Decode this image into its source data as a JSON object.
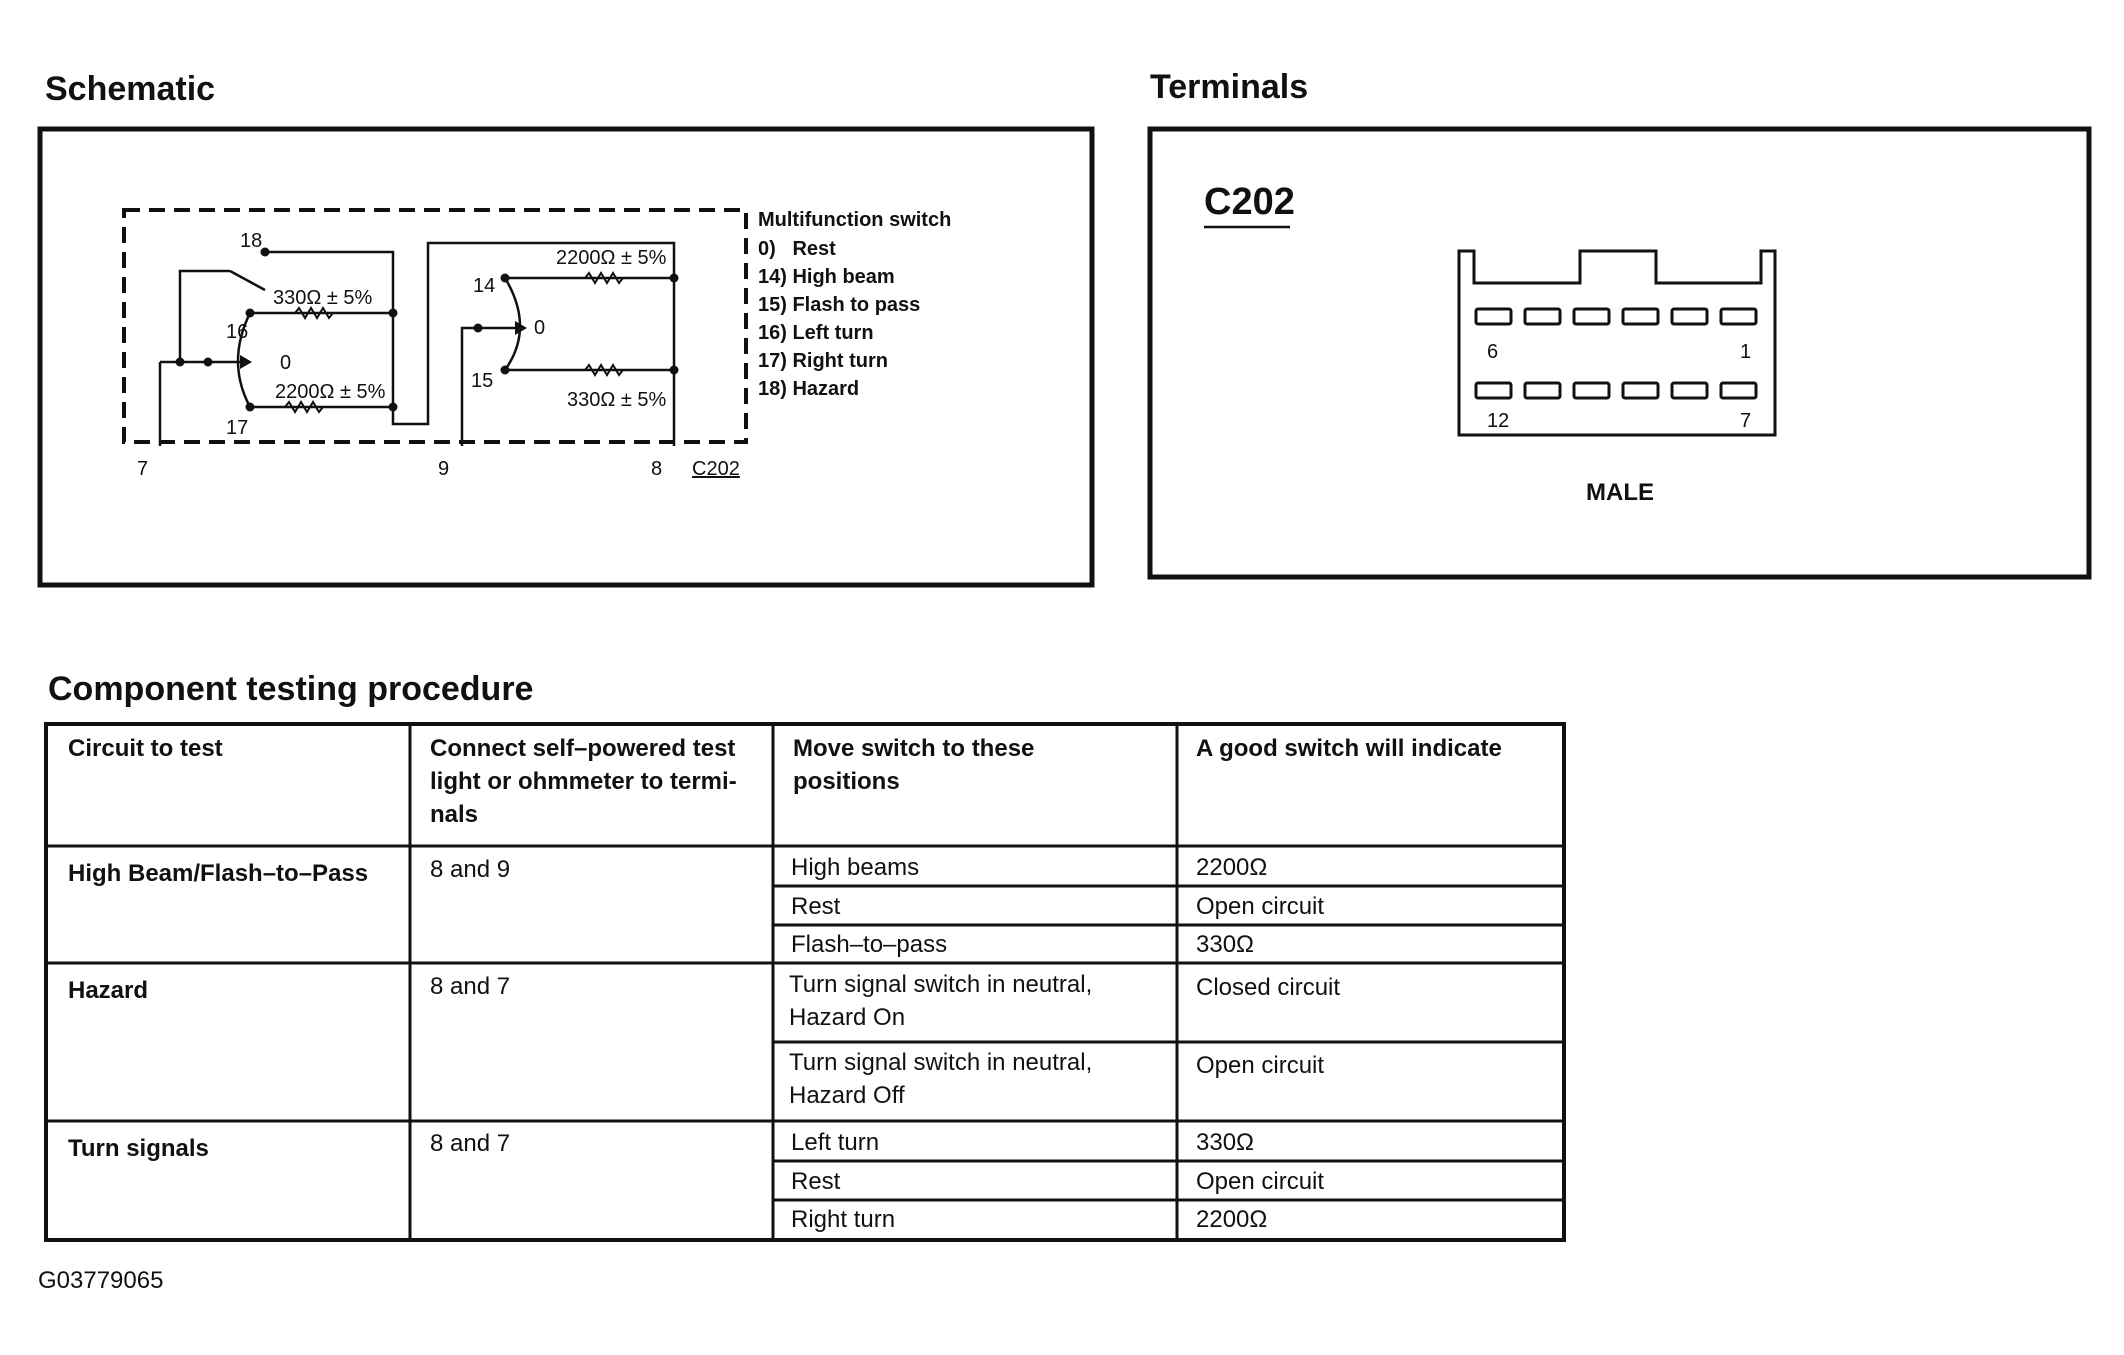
{
  "schematic": {
    "heading": "Schematic",
    "legend": {
      "title": "Multifunction switch",
      "items": [
        "0)   Rest",
        "14) High beam",
        "15) Flash to pass",
        "16) Left turn",
        "17) Right turn",
        "18) Hazard"
      ]
    },
    "labels": {
      "pin_18": "18",
      "pin_16": "16",
      "pin_17": "17",
      "pin_14": "14",
      "pin_15": "15",
      "pos_0_left": "0",
      "pos_0_right": "0",
      "res_330_left": "330Ω ± 5%",
      "res_2200_left": "2200Ω ± 5%",
      "res_2200_right": "2200Ω ± 5%",
      "res_330_right": "330Ω ± 5%",
      "term_7": "7",
      "term_9": "9",
      "term_8": "8",
      "connector": "C202"
    }
  },
  "terminals": {
    "heading": "Terminals",
    "connector": "C202",
    "pin_6": "6",
    "pin_1": "1",
    "pin_12": "12",
    "pin_7": "7",
    "gender": "MALE"
  },
  "procedure": {
    "heading": "Component testing procedure",
    "headers": [
      "Circuit to test",
      "Connect self–powered test light or ohmmeter to termi-nals",
      "Move switch to these positions",
      "A good switch will indicate"
    ],
    "header_lines": {
      "col2": [
        "Connect self–powered test",
        "light or ohmmeter to termi-",
        "nals"
      ],
      "col3": [
        "Move switch to these",
        "positions"
      ]
    },
    "groups": [
      {
        "circuit": "High Beam/Flash–to–Pass",
        "terminals": "8 and 9",
        "rows": [
          {
            "position": "High beams",
            "result": "2200Ω"
          },
          {
            "position": "Rest",
            "result": "Open circuit"
          },
          {
            "position": "Flash–to–pass",
            "result": "330Ω"
          }
        ]
      },
      {
        "circuit": "Hazard",
        "terminals": "8 and 7",
        "rows": [
          {
            "position_lines": [
              "Turn signal switch in neutral,",
              "Hazard On"
            ],
            "result": "Closed circuit"
          },
          {
            "position_lines": [
              "Turn signal switch in neutral,",
              "Hazard Off"
            ],
            "result": "Open circuit"
          }
        ]
      },
      {
        "circuit": "Turn signals",
        "terminals": "8 and 7",
        "rows": [
          {
            "position": "Left turn",
            "result": "330Ω"
          },
          {
            "position": "Rest",
            "result": "Open circuit"
          },
          {
            "position": "Right turn",
            "result": "2200Ω"
          }
        ]
      }
    ]
  },
  "figure_id": "G03779065"
}
